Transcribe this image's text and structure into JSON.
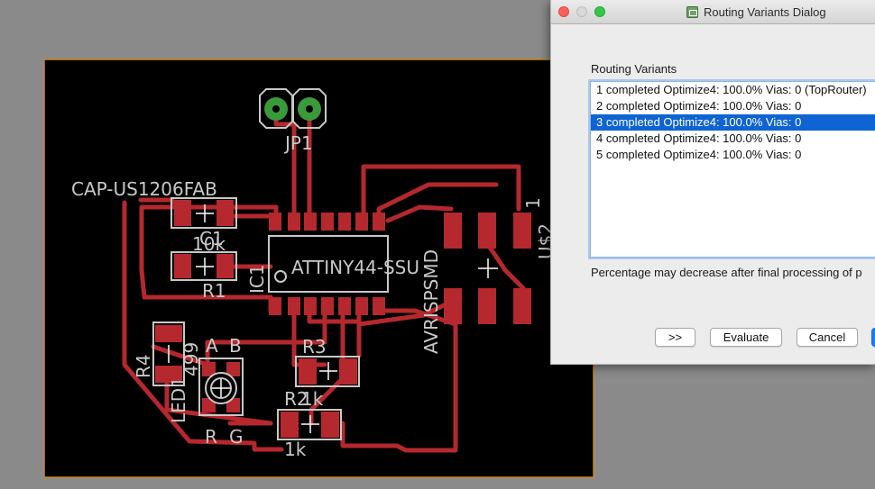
{
  "board": {
    "labels": {
      "jp1": "JP1",
      "cap": "CAP-US1206FAB",
      "c1": "C1",
      "r_10k": "10k",
      "r1": "R1",
      "ic1": "IC1",
      "attiny": "ATTINY44-SSU",
      "avrisp": "AVRISPSMD",
      "u2": "U$2",
      "pin1": "1",
      "r3": "R3",
      "r3_value": "1k",
      "r2": "R2",
      "r2_value": "1k",
      "r4": "R4",
      "r4_value": "499",
      "led1": "LED1",
      "led_a": "A",
      "led_b": "B",
      "led_r": "R",
      "led_g": "G"
    },
    "colors": {
      "board_fill": "#000000",
      "board_outline": "#c98a20",
      "trace": "#b5282d",
      "silk": "#c8c8c8",
      "via_ring": "#3a9a3a",
      "background": "#8a8a8a"
    }
  },
  "dialog": {
    "title": "Routing Variants Dialog",
    "section_label": "Routing Variants",
    "variants": [
      "1 completed Optimize4:  100.0%  Vias: 0 (TopRouter)",
      "2 completed Optimize4:  100.0%  Vias: 0",
      "3 completed Optimize4:  100.0%  Vias: 0",
      "4 completed Optimize4:  100.0%  Vias: 0",
      "5 completed Optimize4:  100.0%  Vias: 0"
    ],
    "selected_index": 2,
    "note": "Percentage may decrease after final processing of p",
    "buttons": {
      "more": ">>",
      "evaluate": "Evaluate",
      "cancel": "Cancel",
      "ok": ""
    }
  }
}
